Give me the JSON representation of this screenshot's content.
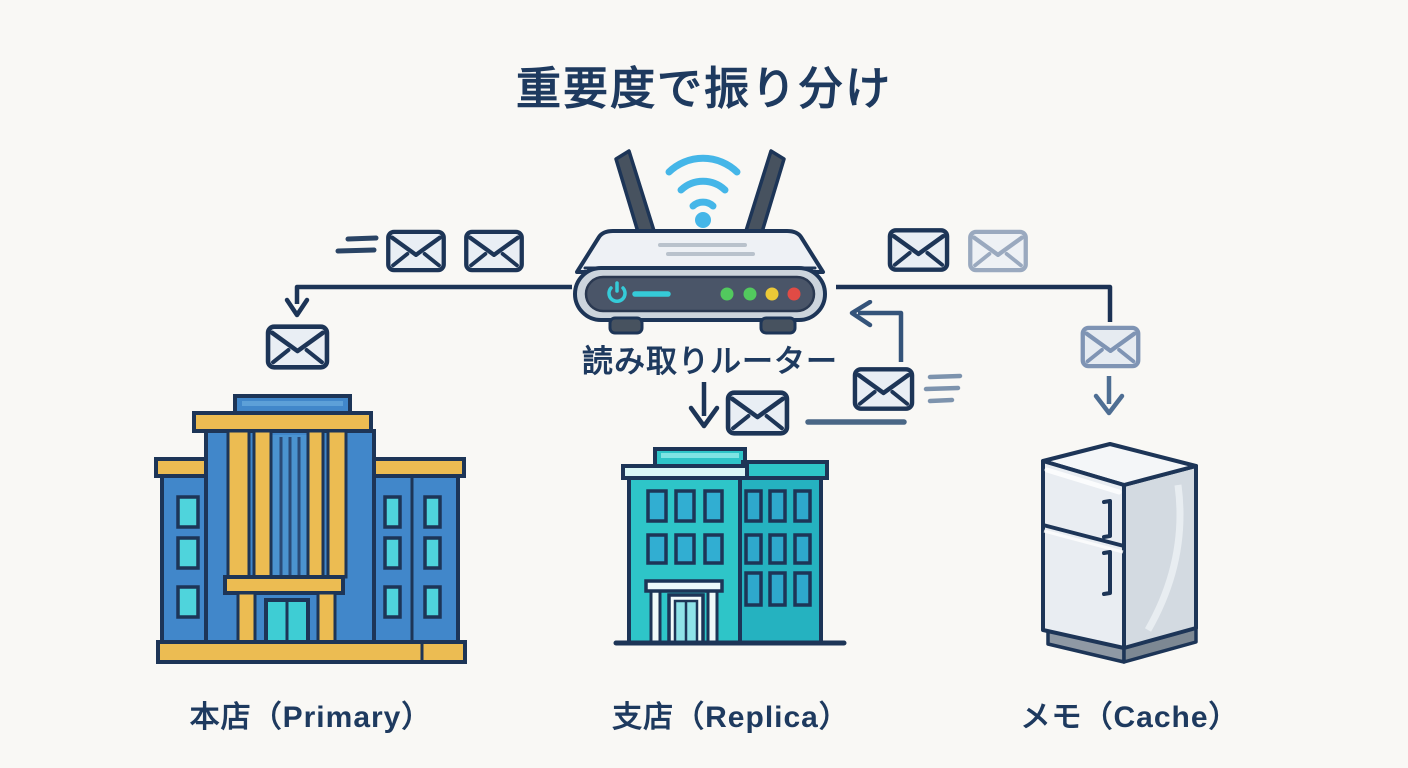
{
  "title": "重要度で振り分け",
  "router": {
    "label": "読み取りルーター",
    "leds": [
      "green",
      "green",
      "yellow",
      "red"
    ]
  },
  "destinations": [
    {
      "id": "primary",
      "label": "本店（Primary）",
      "icon": "office-building"
    },
    {
      "id": "replica",
      "label": "支店（Replica）",
      "icon": "branch-building"
    },
    {
      "id": "cache",
      "label": "メモ（Cache）",
      "icon": "refrigerator"
    }
  ],
  "colors": {
    "background": "#f9f8f5",
    "heading_text": "#1e3a5f",
    "outline_navy": "#1d3557",
    "wifi_blue": "#45b6e8",
    "power_cyan": "#35cbd8",
    "led_green": "#52c95e",
    "led_yellow": "#ecc937",
    "led_red": "#e14b45",
    "primary_blue": "#4187ca",
    "accent_gold": "#ecbc52",
    "window_teal": "#4fd4dc",
    "replica_teal": "#2ec5c8",
    "replica_window": "#31aed2",
    "fridge_gray": "#e9edf2",
    "envelope_fill": "#e9eef4",
    "envelope_light_stroke": "#9aa9bf",
    "arrow_navy": "#1d3557",
    "arrow_steel": "#4e6e93"
  }
}
